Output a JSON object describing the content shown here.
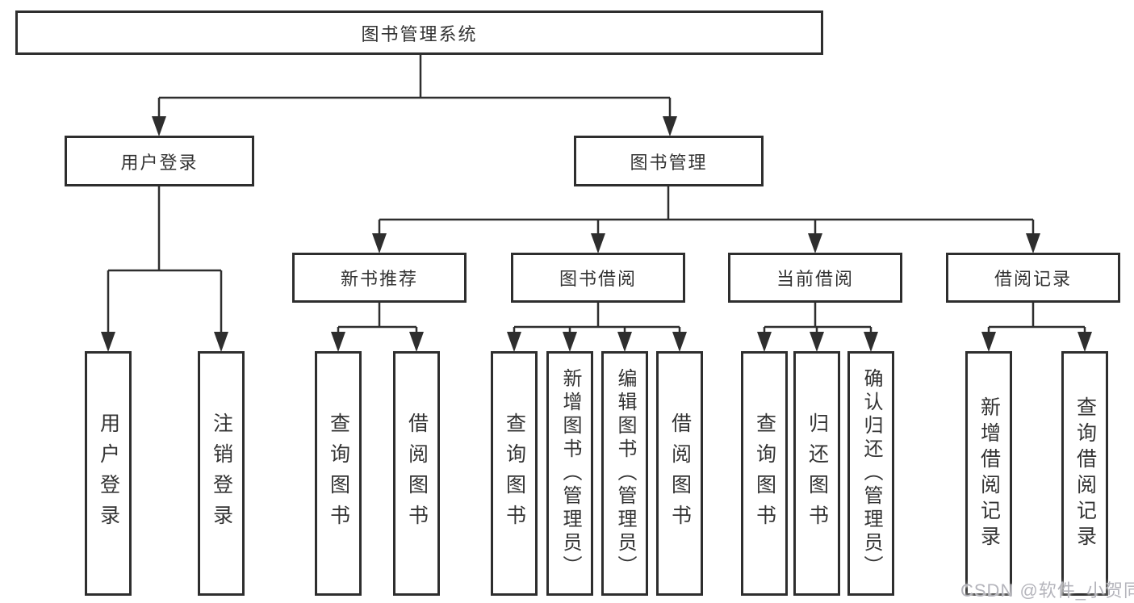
{
  "tree": {
    "root": {
      "label": "图书管理系统"
    },
    "branches": [
      {
        "label": "用户登录",
        "children": [
          {
            "label": "用户登录"
          },
          {
            "label": "注销登录"
          }
        ]
      },
      {
        "label": "图书管理",
        "sections": [
          {
            "label": "新书推荐",
            "children": [
              {
                "label": "查询图书"
              },
              {
                "label": "借阅图书"
              }
            ]
          },
          {
            "label": "图书借阅",
            "children": [
              {
                "label": "查询图书"
              },
              {
                "label": "新增图书（管理员）"
              },
              {
                "label": "编辑图书（管理员）"
              },
              {
                "label": "借阅图书"
              }
            ]
          },
          {
            "label": "当前借阅",
            "children": [
              {
                "label": "查询图书"
              },
              {
                "label": "归还图书"
              },
              {
                "label": "确认归还（管理员）"
              }
            ]
          },
          {
            "label": "借阅记录",
            "children": [
              {
                "label": "新增借阅记录"
              },
              {
                "label": "查询借阅记录"
              }
            ]
          }
        ]
      }
    ]
  },
  "watermark": {
    "text": "CSDN @软件_小贺同学"
  },
  "colors": {
    "line": "#2e2e2e",
    "text": "#333333",
    "background": "#ffffff",
    "watermark": "#b5b5bc"
  }
}
